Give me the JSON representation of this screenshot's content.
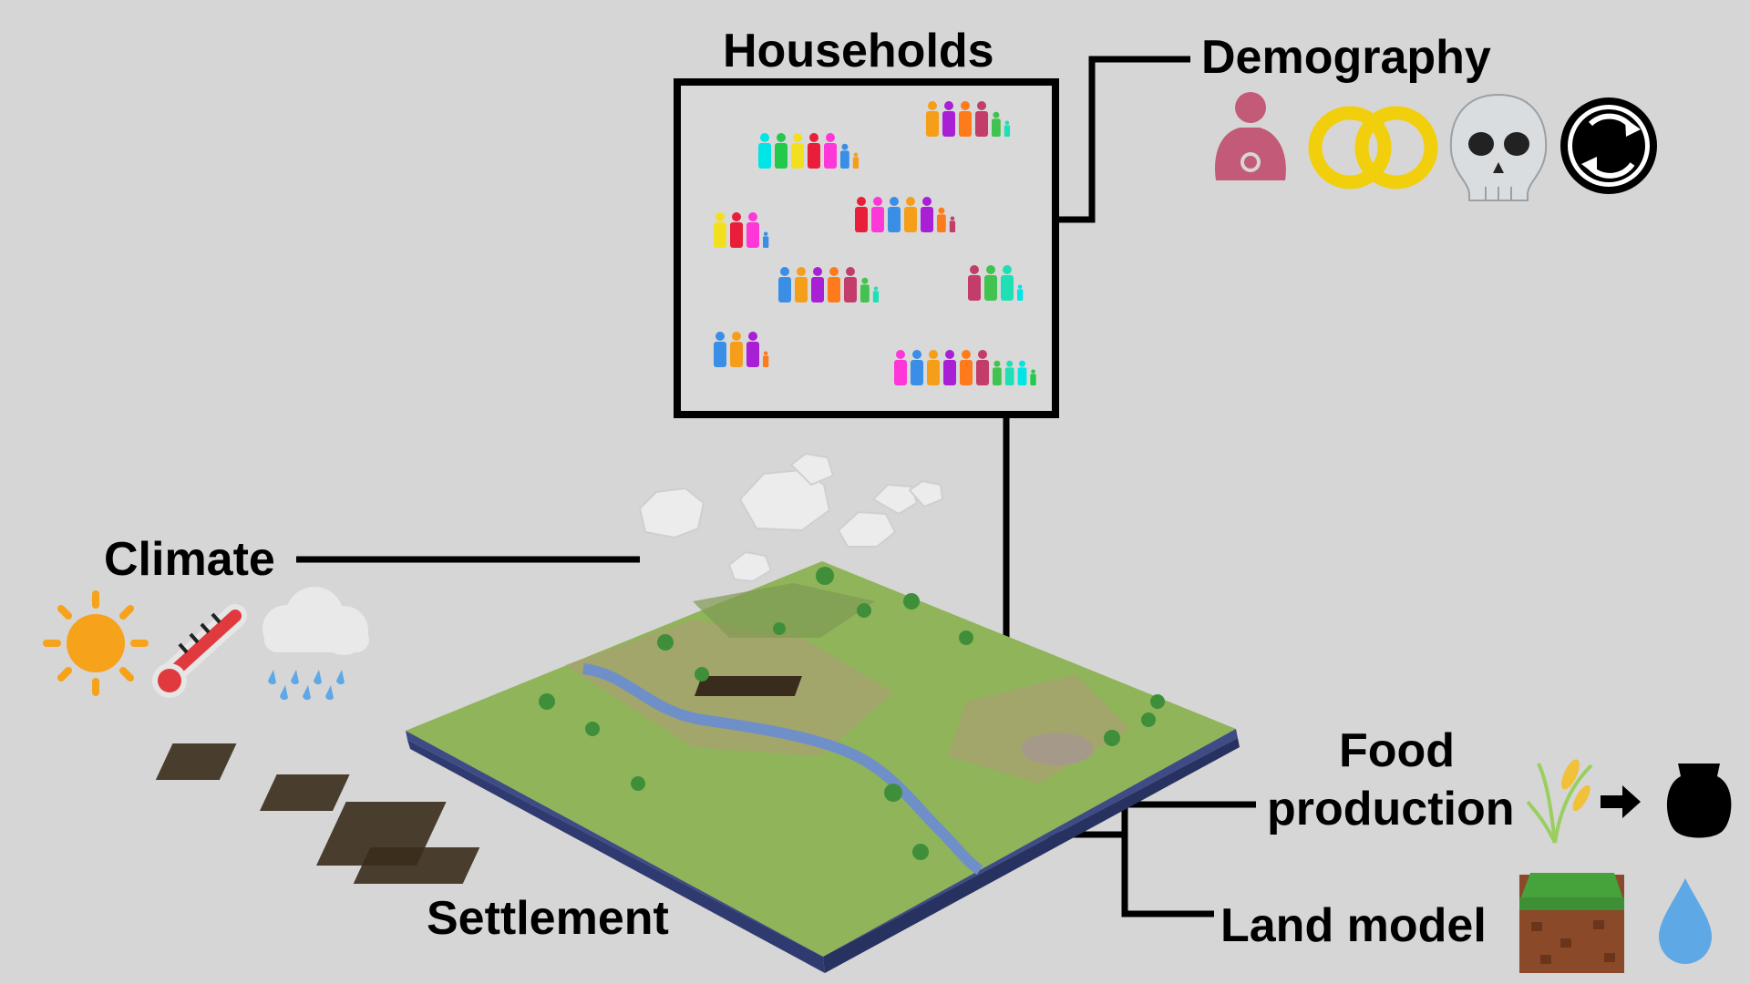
{
  "labels": {
    "households": "Households",
    "demography": "Demography",
    "climate": "Climate",
    "settlement": "Settlement",
    "food_line1": "Food",
    "food_line2": "production",
    "land_model": "Land model"
  },
  "icons": {
    "demography": [
      "breastfeeding-mother-icon",
      "wedding-rings-icon",
      "skull-icon",
      "cycle-arrows-icon"
    ],
    "climate": [
      "sun-icon",
      "thermometer-icon",
      "rain-cloud-icon"
    ],
    "food_production": [
      "grain-plant-icon",
      "arrow-right-icon",
      "storage-pot-icon"
    ],
    "land_model": [
      "soil-block-icon",
      "water-drop-icon"
    ]
  },
  "colors": {
    "background": "#d6d6d6",
    "connector": "#000000",
    "sun": "#f7a21b",
    "thermometer": "#e03a3e",
    "rain": "#5fa8e6",
    "mother": "#c35b78",
    "rings": "#f2cf0c",
    "terrain": "#8fb45a",
    "water": "#6fa9e2"
  }
}
